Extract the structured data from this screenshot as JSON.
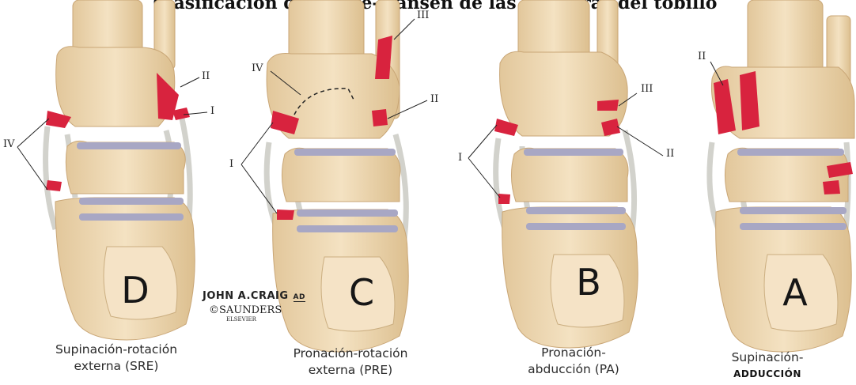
{
  "title": "Clasificación de Lauge-Hansen de las fracturas del tobillo",
  "panels": [
    {
      "letter": "D",
      "caption_line1": "Supinación-rotación",
      "caption_line2": "externa (SRE)"
    },
    {
      "letter": "C",
      "caption_line1": "Pronación-rotación",
      "caption_line2": "externa (PRE)"
    },
    {
      "letter": "B",
      "caption_line1": "Pronación-",
      "caption_line2": "abducción (PA)"
    },
    {
      "letter": "A",
      "caption_line1": "Supinación-",
      "caption_line2": "ADDUCCIÓN"
    }
  ],
  "stage_labels": {
    "D": [
      "IV",
      "II",
      "I"
    ],
    "C": [
      "IV",
      "III",
      "II",
      "I"
    ],
    "B": [
      "III",
      "II",
      "I"
    ],
    "A": [
      "II"
    ]
  },
  "credit": {
    "signature": "JOHN A.CRAIG",
    "signature_suffix": "AD",
    "publisher": "©SAUNDERS",
    "imprint": "ELSEVIER"
  },
  "colors": {
    "bone": "#f0dbb6",
    "bone_shadow": "#d9bb8b",
    "cartilage": "#a8a7c4",
    "ligament": "#dcdcd8",
    "fracture": "#d8233e",
    "background": "#ffffff"
  }
}
